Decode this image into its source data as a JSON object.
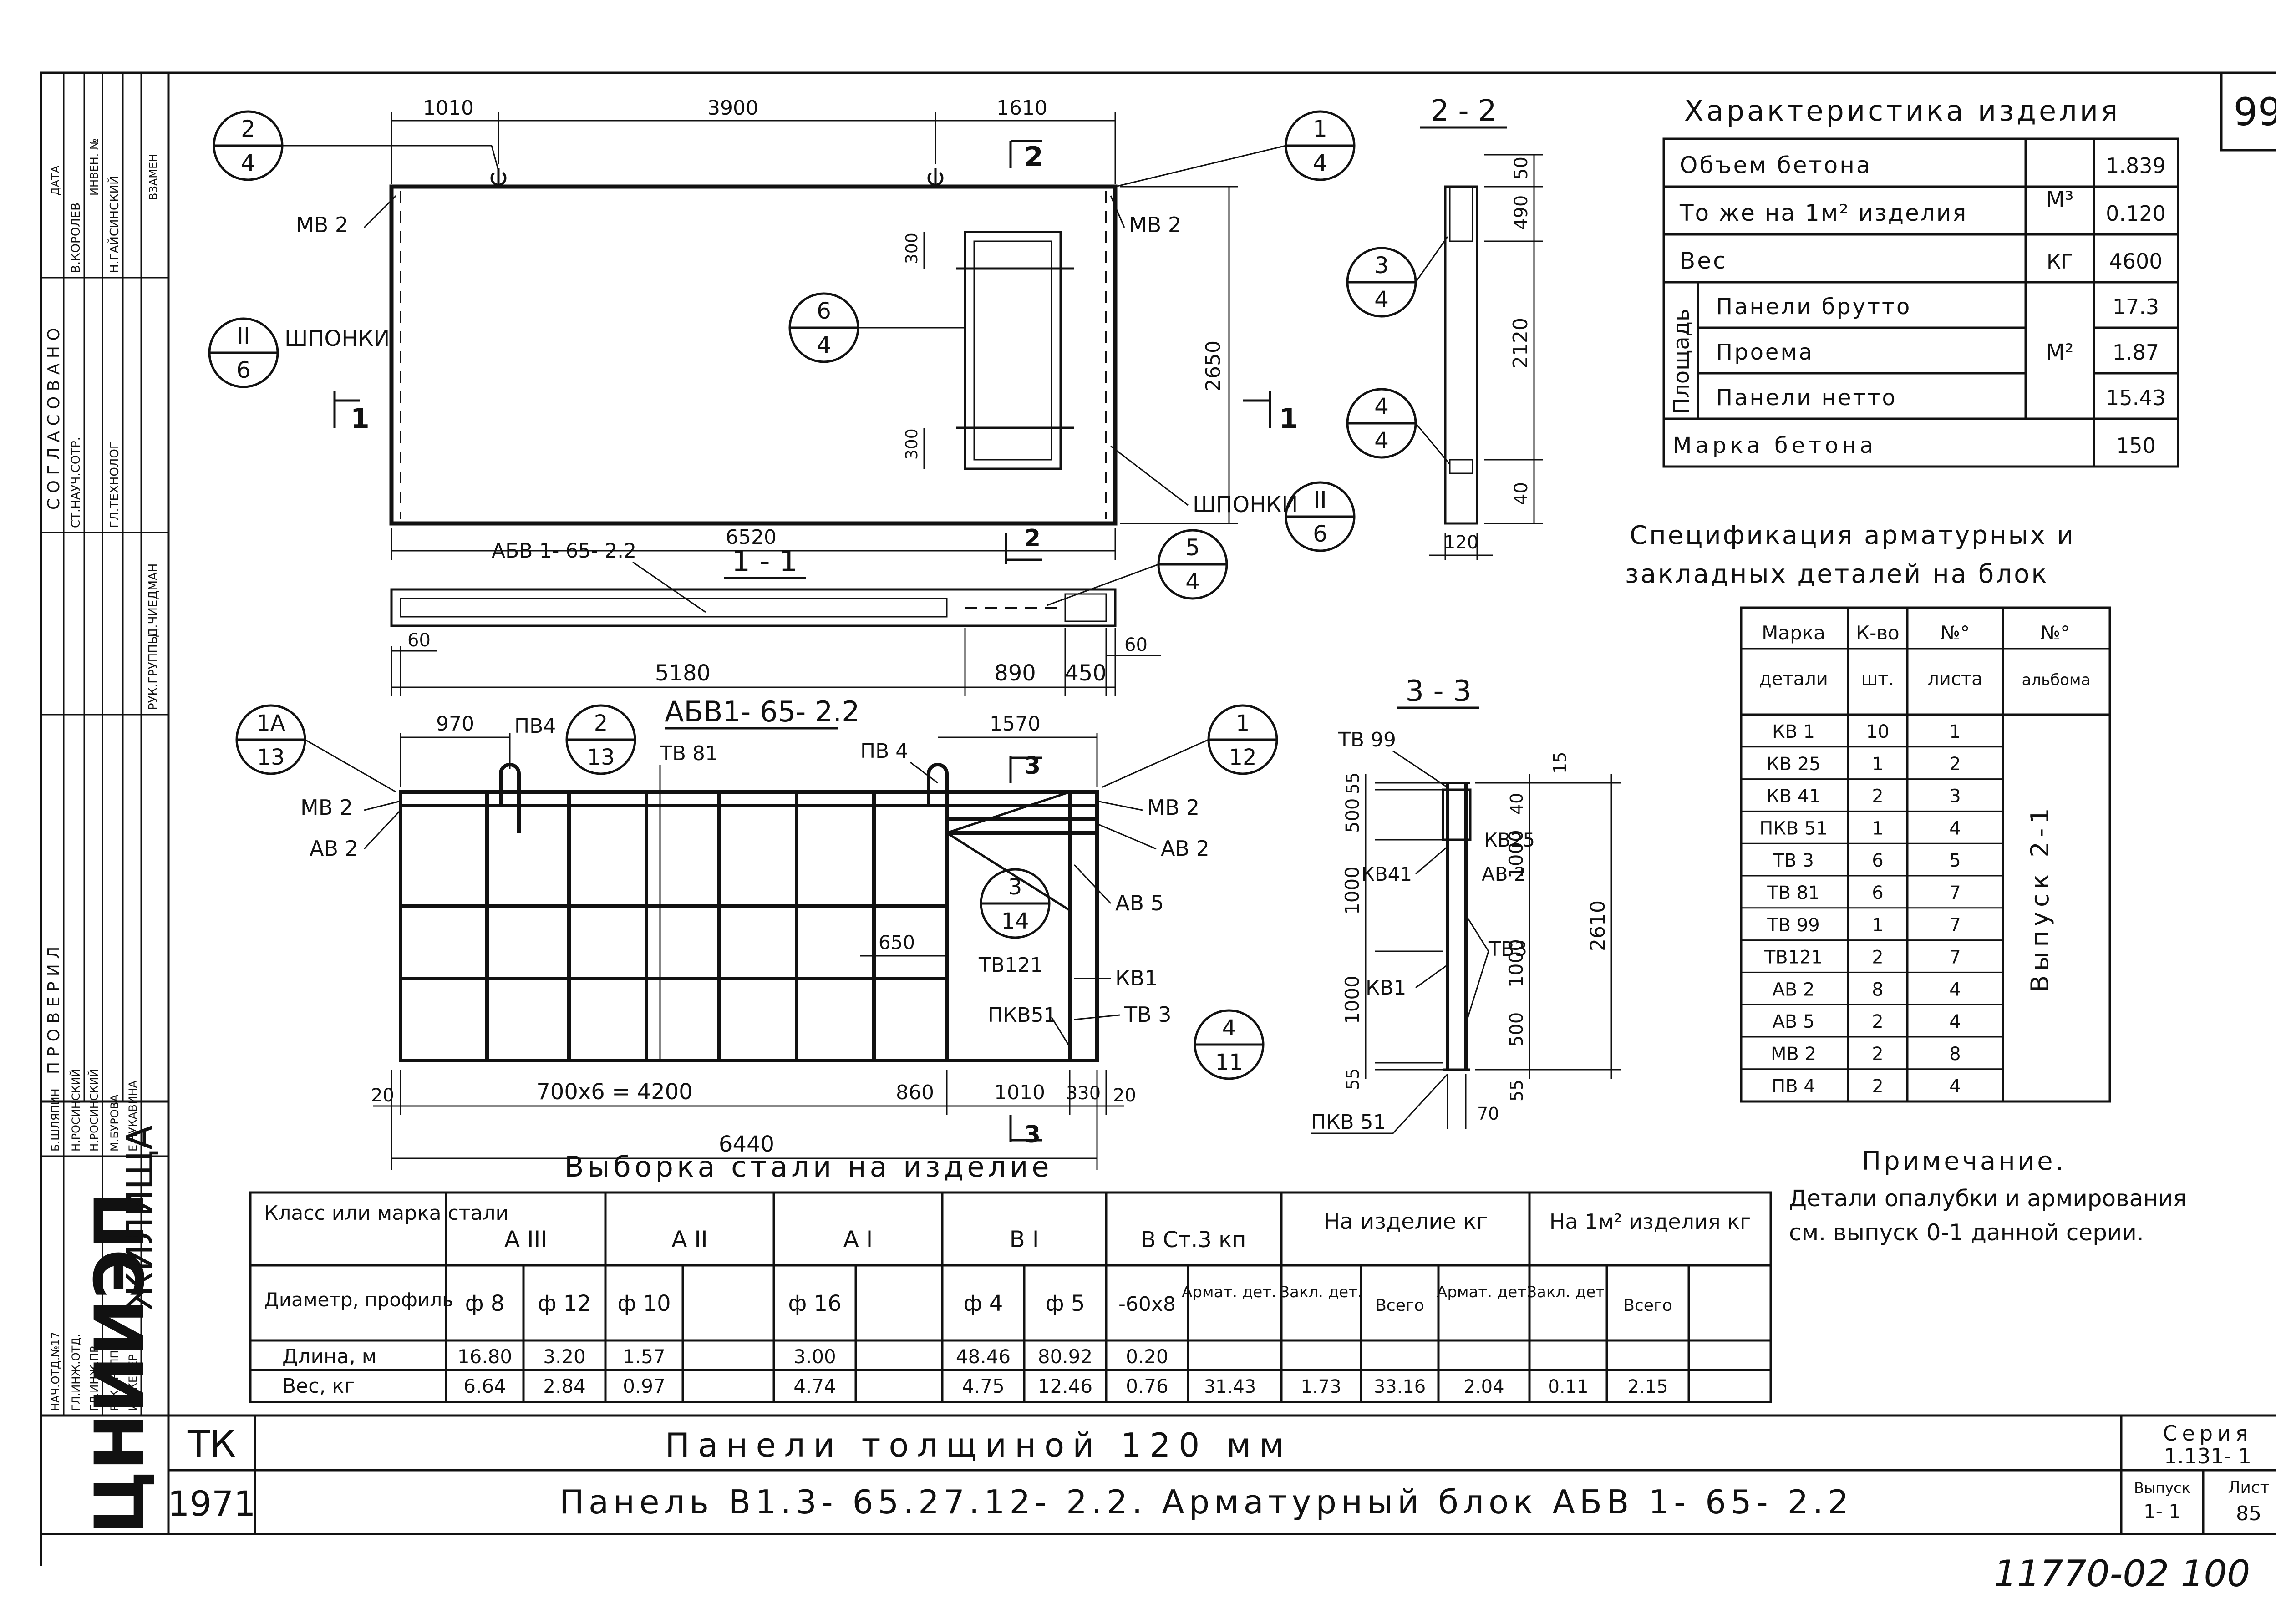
{
  "sheet_no": "99",
  "drawing_no": "11770-02 100",
  "left_strip": {
    "vertical_org": "ЦНИИЭП",
    "vertical_org_sub": "ЖИЛИЩА",
    "soglasovano": "С О Г Л А С О В А Н О",
    "provеril": "П Р О В Е Р И Л",
    "roles": [
      "НАЧ.ОТД.№17",
      "ГЛ.ИНЖ.ОТД.",
      "ГЛ.ИНЖ.ПР.",
      "РУК.ГРУППЫ",
      "ИНЖЕНЕР"
    ],
    "names": [
      "Б.ШЛЯПИН",
      "Н.РОСИНСКИЙ",
      "Н.РОСИНСКИЙ",
      "М.БУРОВА",
      "Е.ЧУКАВИНА"
    ],
    "sogl_roles": [
      "СТ.НАУЧ.СОТР.",
      "ГЛ.ТЕХНОЛОГ"
    ],
    "sogl_names": [
      "В.КОРОЛЕВ",
      "Н.ГАЙСИНСКИЙ"
    ],
    "prov_role": "РУК.ГРУППЫ",
    "prov_name": "Д.ЧИЕДМАН",
    "corner": [
      "ДАТА",
      "ИНВЕН. №",
      "ВЗАМЕН"
    ]
  },
  "plan": {
    "dims_top": [
      "1010",
      "3900",
      "1610"
    ],
    "dim_bottom": "6520",
    "dim_height": "2650",
    "dim_300a": "300",
    "dim_300b": "300",
    "labels": {
      "mv2_left": "МВ 2",
      "mv2_right": "МВ 2",
      "shponki_left": "ШПОНКИ",
      "shponki_right": "ШПОНКИ",
      "cut1_left": "1",
      "cut1_right": "1",
      "cut2": "2"
    },
    "bubbles": [
      {
        "top": "2",
        "bottom": "4"
      },
      {
        "top": "1",
        "bottom": "4"
      },
      {
        "top": "6",
        "bottom": "4"
      },
      {
        "top": "II",
        "bottom": "6"
      },
      {
        "top": "II",
        "bottom": "6"
      }
    ]
  },
  "section11": {
    "title": "1 - 1",
    "label": "АБВ 1- 65- 2.2",
    "dims": [
      "60",
      "5180",
      "890",
      "450",
      "60"
    ],
    "cut": "2",
    "bubble": {
      "top": "5",
      "bottom": "4"
    }
  },
  "section22": {
    "title": "2 - 2",
    "dims": [
      "50",
      "490",
      "2120",
      "40",
      "120"
    ],
    "bubbles": [
      {
        "top": "3",
        "bottom": "4"
      },
      {
        "top": "4",
        "bottom": "4"
      }
    ]
  },
  "block": {
    "title": "АБВ1- 65- 2.2",
    "dims_top": [
      "970",
      "1570"
    ],
    "dims_bottom": [
      "20",
      "700х6 = 4200",
      "860",
      "1010",
      "330",
      "20"
    ],
    "dim_total": "6440",
    "dim_650": "650",
    "labels": [
      "ПВ4",
      "ТВ 81",
      "ПВ 4",
      "МВ 2",
      "АВ 2",
      "МВ 2",
      "АВ 2",
      "АВ 5",
      "ТВ121",
      "КВ1",
      "ПКВ51",
      "ТВ 3",
      "3",
      "3"
    ],
    "bubbles": [
      {
        "top": "1А",
        "bottom": "13"
      },
      {
        "top": "2",
        "bottom": "13"
      },
      {
        "top": "1",
        "bottom": "12"
      },
      {
        "top": "3",
        "bottom": "14"
      },
      {
        "top": "4",
        "bottom": "11"
      }
    ]
  },
  "section33": {
    "title": "3 - 3",
    "labels": [
      "ТВ 99",
      "КВ25",
      "КВ41",
      "АВ 2",
      "ТВ3",
      "КВ1",
      "ПКВ 51"
    ],
    "dims_left": [
      "55",
      "500",
      "1000",
      "1000",
      "55"
    ],
    "dims_right": [
      "15",
      "40",
      "1000",
      "1000",
      "500",
      "55"
    ],
    "dim_total": "2610",
    "dim_55": "55",
    "dim_70": "70"
  },
  "characteristics": {
    "title": "Характеристика изделия",
    "rows": [
      {
        "label": "Объем бетона",
        "unit": "",
        "value": "1.839"
      },
      {
        "label": "То же на 1м² изделия",
        "unit": "М³",
        "value": "0.120"
      },
      {
        "label": "Вес",
        "unit": "КГ",
        "value": "4600"
      }
    ],
    "area_label": "Площадь",
    "area_unit": "М²",
    "area_rows": [
      {
        "label": "Панели брутто",
        "value": "17.3"
      },
      {
        "label": "Проема",
        "value": "1.87"
      },
      {
        "label": "Панели нетто",
        "value": "15.43"
      }
    ],
    "grade_label": "Марка бетона",
    "grade_value": "150"
  },
  "spec": {
    "title1": "Спецификация арматурных и",
    "title2": "закладных деталей на блок",
    "headers": [
      "Марка",
      "К-во",
      "№°",
      "№°"
    ],
    "headers2": [
      "детали",
      "шт.",
      "листа",
      "альбома"
    ],
    "album": "Выпуск 2-1",
    "rows": [
      [
        "КВ 1",
        "10",
        "1"
      ],
      [
        "КВ 25",
        "1",
        "2"
      ],
      [
        "КВ 41",
        "2",
        "3"
      ],
      [
        "ПКВ 51",
        "1",
        "4"
      ],
      [
        "ТВ 3",
        "6",
        "5"
      ],
      [
        "ТВ 81",
        "6",
        "7"
      ],
      [
        "ТВ 99",
        "1",
        "7"
      ],
      [
        "ТВ121",
        "2",
        "7"
      ],
      [
        "АВ 2",
        "8",
        "4"
      ],
      [
        "АВ 5",
        "2",
        "4"
      ],
      [
        "МВ 2",
        "2",
        "8"
      ],
      [
        "ПВ 4",
        "2",
        "4"
      ]
    ]
  },
  "note": {
    "title": "Примечание.",
    "line1": "Детали опалубки и армирования",
    "line2": "см. выпуск 0-1 данной серии."
  },
  "steel": {
    "title": "Выборка стали на изделие",
    "h_class": "Класс или марка стали",
    "classes": [
      "А III",
      "А II",
      "А I",
      "В I",
      "В Ст.3 кп"
    ],
    "h_product": "На изделие кг",
    "h_m2": "На 1м² изделия кг",
    "h_diam": "Диаметр, профиль",
    "diams": [
      "ф 8",
      "ф 12",
      "ф 10",
      "",
      "ф 16",
      "",
      "ф 4",
      "ф 5",
      "-60х8"
    ],
    "sub": [
      "Армат. дет.",
      "Закл. дет.",
      "Всего",
      "Армат. дет.",
      "Закл. дет.",
      "Всего"
    ],
    "h_len": "Длина, м",
    "len": [
      "16.80",
      "3.20",
      "1.57",
      "",
      "3.00",
      "",
      "48.46",
      "80.92",
      "0.20"
    ],
    "h_wt": "Вес, кг",
    "wt": [
      "6.64",
      "2.84",
      "0.97",
      "",
      "4.74",
      "",
      "4.75",
      "12.46",
      "0.76"
    ],
    "totals": [
      "31.43",
      "1.73",
      "33.16",
      "2.04",
      "0.11",
      "2.15"
    ]
  },
  "titleblock": {
    "tk": "ТК",
    "year": "1971",
    "line1": "Панели толщиной 120 мм",
    "line2": "Панель В1.3- 65.27.12- 2.2.     Арматурный блок АБВ 1- 65- 2.2",
    "series_label": "Серия",
    "series": "1.131- 1",
    "issue_label": "Выпуск",
    "issue": "1- 1",
    "sheet_label": "Лист",
    "sheet": "85"
  }
}
